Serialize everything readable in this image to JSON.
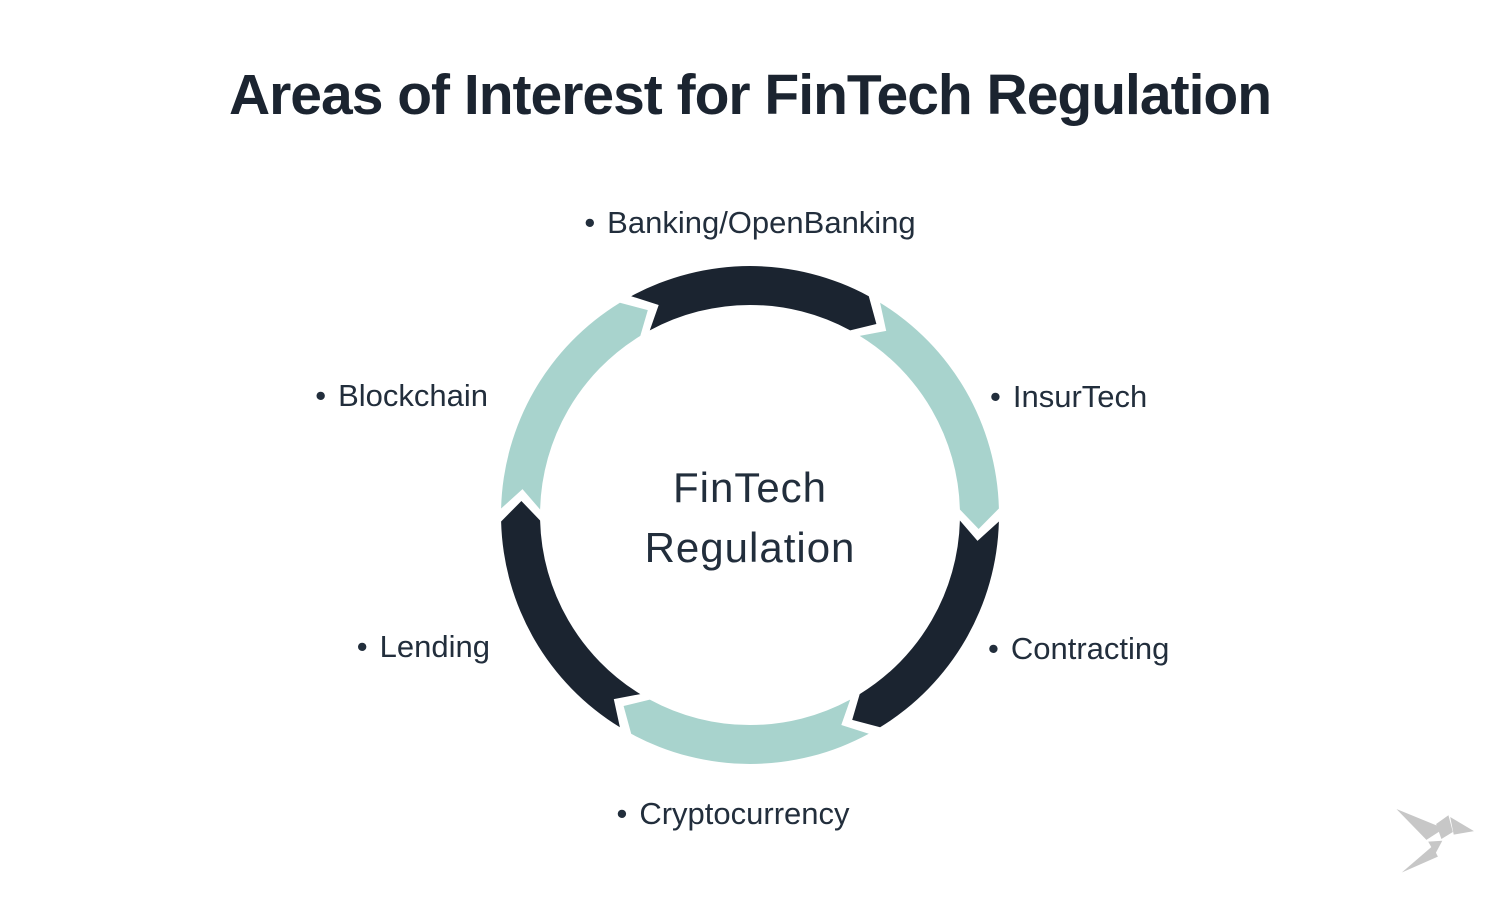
{
  "page": {
    "background": "#ffffff"
  },
  "title": {
    "text": "Areas of Interest for FinTech Regulation",
    "color": "#1b2430"
  },
  "diagram": {
    "type": "cycle",
    "direction": "clockwise",
    "bullet": "•",
    "center_label": {
      "line1": "FinTech",
      "line2": "Regulation"
    },
    "colors": {
      "dark_navy": "#1b2430",
      "light_teal": "#a8d3cd",
      "label_text": "#222e3c",
      "logo_gray": "#c7c7c7"
    },
    "segments": [
      {
        "id": "banking",
        "label": "Banking/OpenBanking",
        "color": "#1b2430",
        "position": "top"
      },
      {
        "id": "insurtech",
        "label": "InsurTech",
        "color": "#a8d3cd",
        "position": "upper-right"
      },
      {
        "id": "contracting",
        "label": "Contracting",
        "color": "#1b2430",
        "position": "lower-right"
      },
      {
        "id": "cryptocurrency",
        "label": "Cryptocurrency",
        "color": "#a8d3cd",
        "position": "bottom"
      },
      {
        "id": "lending",
        "label": "Lending",
        "color": "#1b2430",
        "position": "lower-left"
      },
      {
        "id": "blockchain",
        "label": "Blockchain",
        "color": "#a8d3cd",
        "position": "upper-left"
      }
    ]
  }
}
